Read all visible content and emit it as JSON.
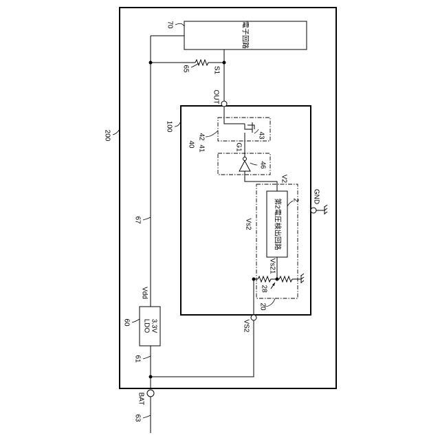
{
  "labels": {
    "ref_70": "70",
    "ref_65": "65",
    "ref_s1": "S1",
    "ref_out": "OUT",
    "ref_100": "100",
    "ref_200": "200",
    "ref_40": "40",
    "ref_41": "41",
    "ref_42": "42",
    "ref_43": "43",
    "ref_g1": "G1",
    "ref_46": "46",
    "ref_v2": "V2",
    "ref_gnd": "GND",
    "ref_2": "2",
    "ref_67": "67",
    "ref_vs2_inner": "Vs2",
    "ref_vs21": "Vs21",
    "ref_28": "28",
    "ref_20": "20",
    "ref_vdd": "Vdd",
    "ref_60": "60",
    "ref_vs2": "VS2",
    "ref_61": "61",
    "ref_bat": "BAT",
    "ref_63": "63"
  },
  "blocks": {
    "electronic_circuit": "電子回路",
    "detection_circuit": "第2電圧検出回路",
    "ldo_line1": "LDO",
    "ldo_line2": "3.3V"
  }
}
